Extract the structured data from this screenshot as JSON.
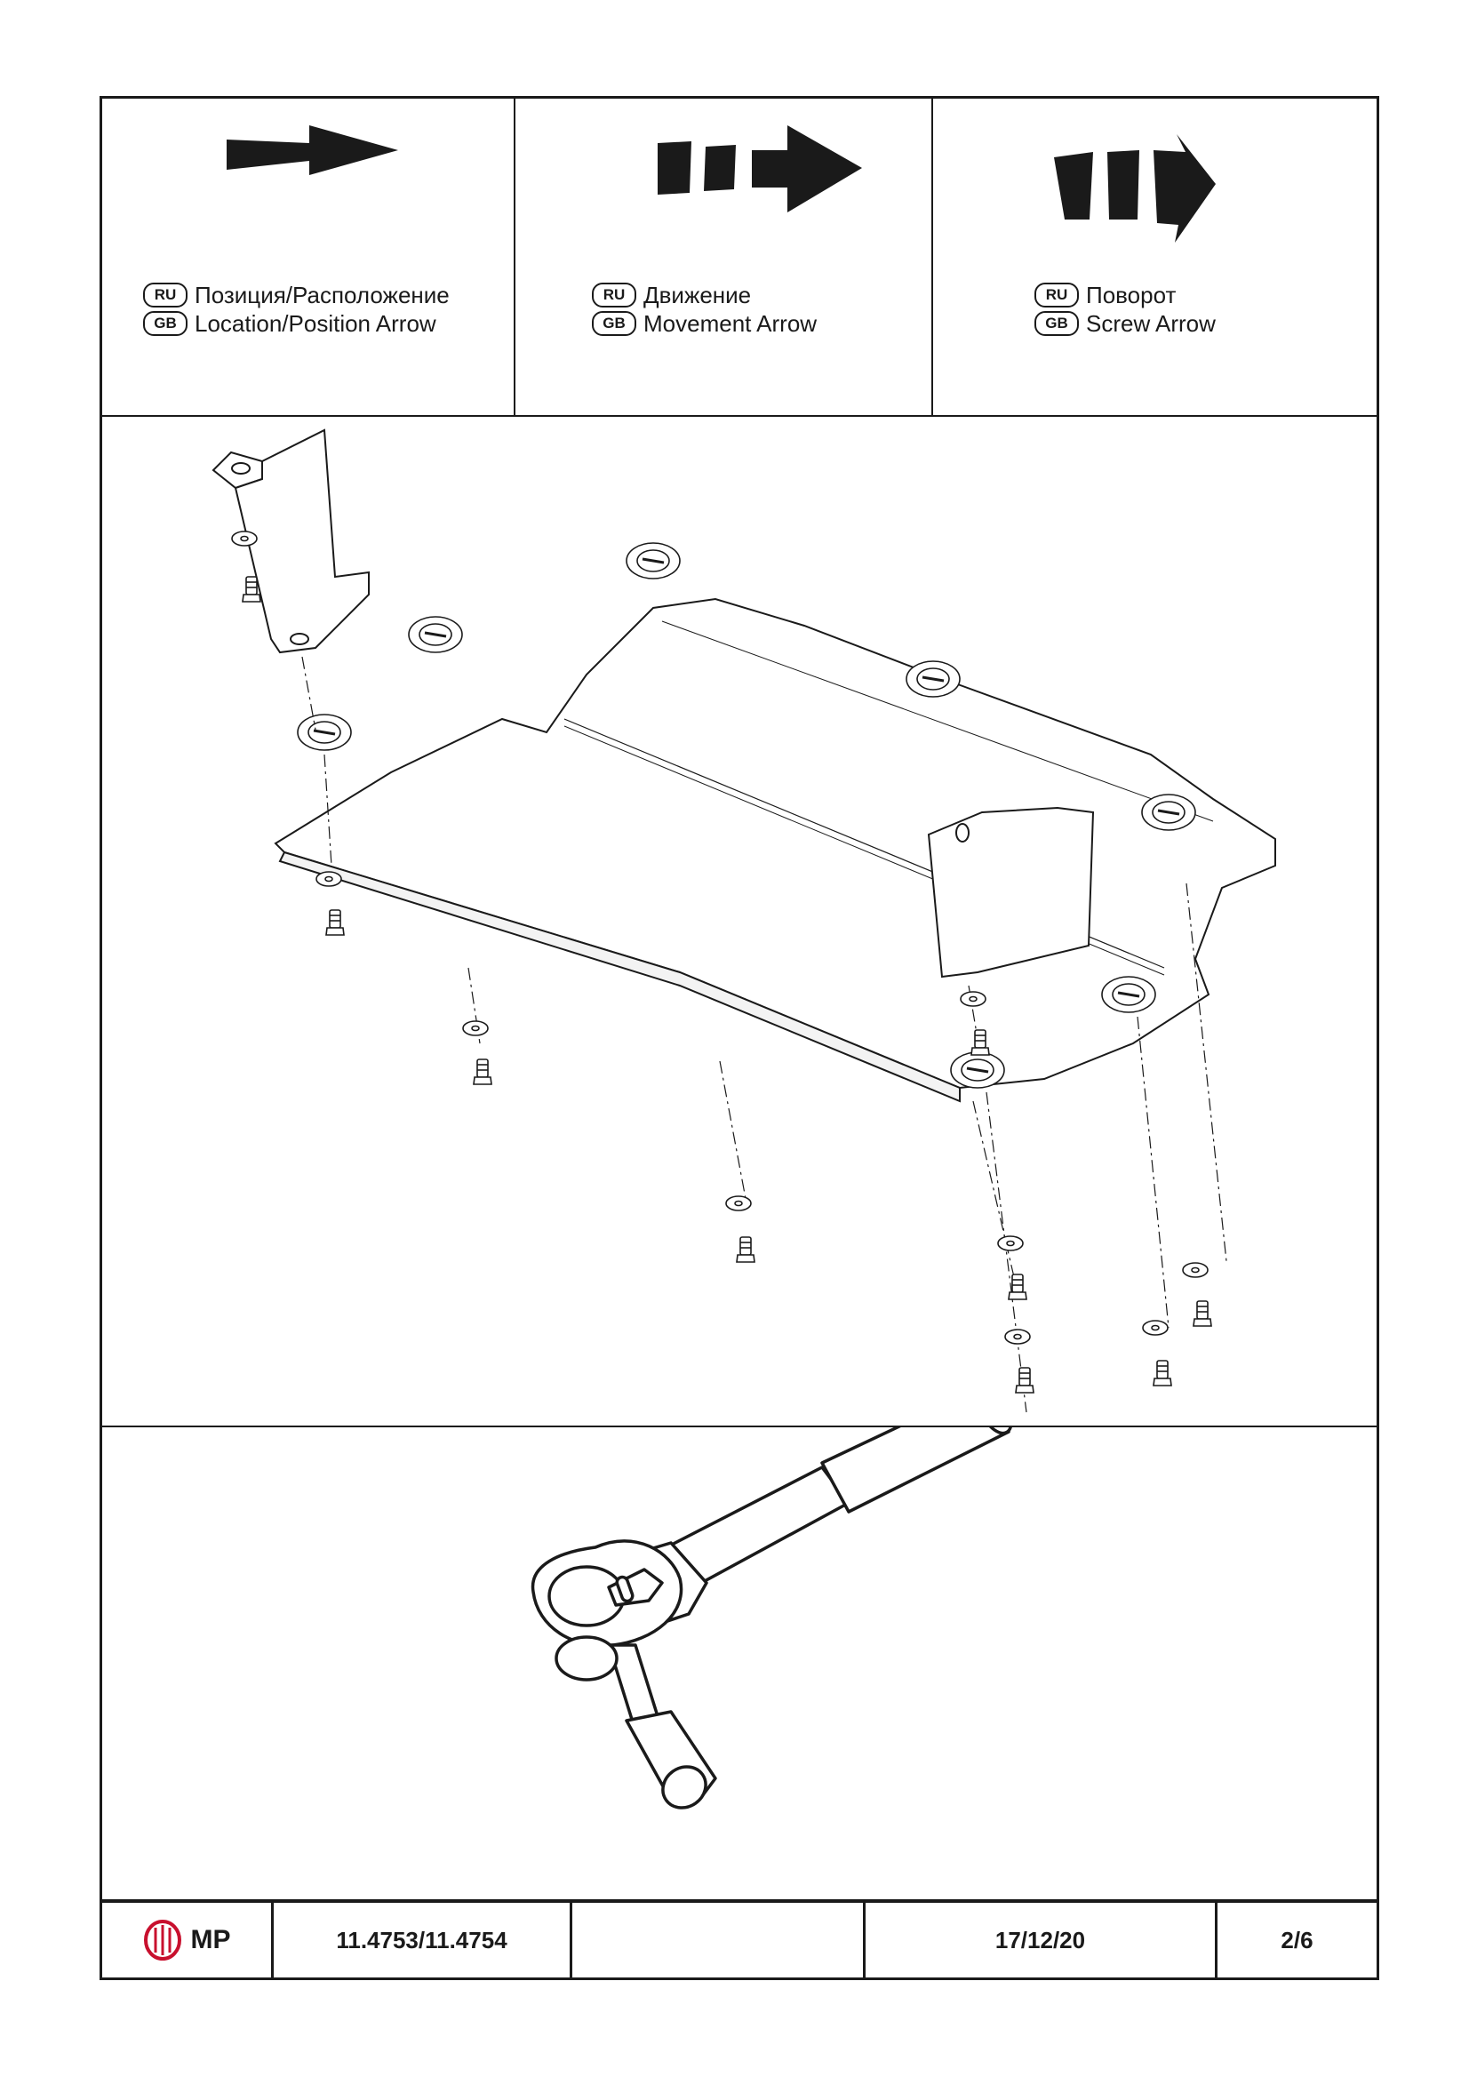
{
  "legend": {
    "items": [
      {
        "ru_code": "RU",
        "ru_text": "Позиция/Расположение",
        "gb_code": "GB",
        "gb_text": "Location/Position Arrow",
        "icon": "location-position-arrow-icon"
      },
      {
        "ru_code": "RU",
        "ru_text": "Движение",
        "gb_code": "GB",
        "gb_text": "Movement Arrow",
        "icon": "movement-arrow-icon"
      },
      {
        "ru_code": "RU",
        "ru_text": "Поворот",
        "gb_code": "GB",
        "gb_text": "Screw Arrow",
        "icon": "screw-arrow-icon"
      }
    ]
  },
  "drawing": {
    "subject": "skid-plate-assembly",
    "icons": [
      "skid-plate",
      "mounting-bracket",
      "bolt",
      "washer"
    ]
  },
  "tool": {
    "icon": "ratchet-wrench-icon"
  },
  "titleblock": {
    "logo_text": "MP",
    "part_number": "11.4753/11.4754",
    "blank": "",
    "date": "17/12/20",
    "page": "2/6",
    "accent_color": "#c8102e"
  }
}
